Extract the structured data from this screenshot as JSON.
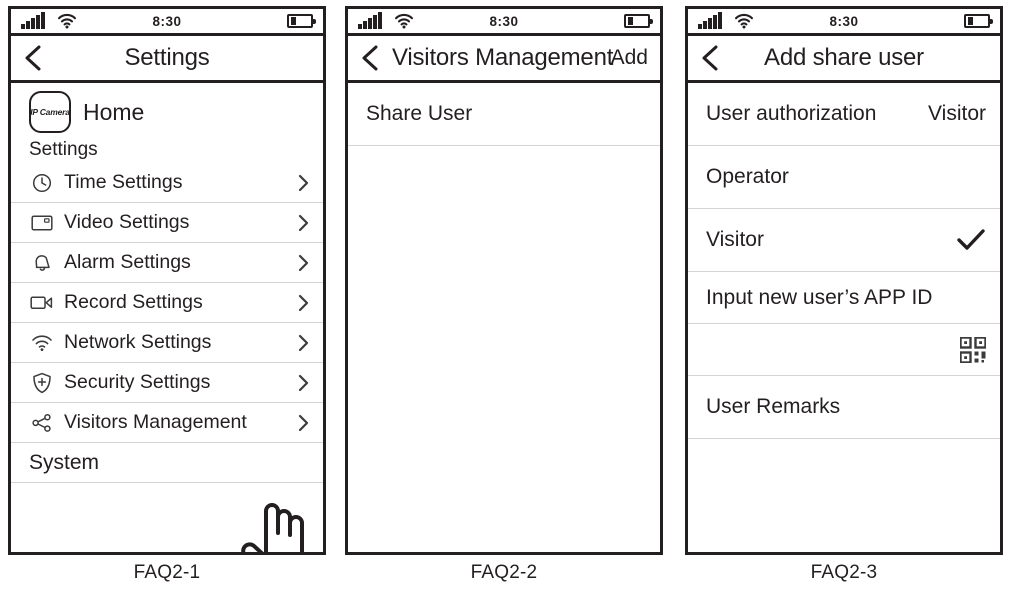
{
  "statusbar": {
    "time": "8:30",
    "signal_icon": "cellular-signal-icon",
    "wifi_icon": "wifi-icon",
    "battery_icon": "battery-icon"
  },
  "panels": [
    {
      "id": "FAQ2-1",
      "caption": "FAQ2-1",
      "nav": {
        "back_icon": "chevron-left-icon",
        "title": "Settings",
        "action": ""
      },
      "home": {
        "badge_text": "IP Camera",
        "label": "Home"
      },
      "group_label": "Settings",
      "rows": [
        {
          "icon": "clock-icon",
          "label": "Time Settings",
          "accessory": "chevron"
        },
        {
          "icon": "picture-icon",
          "label": "Video Settings",
          "accessory": "chevron"
        },
        {
          "icon": "bell-icon",
          "label": "Alarm Settings",
          "accessory": "chevron"
        },
        {
          "icon": "camcorder-icon",
          "label": "Record Settings",
          "accessory": "chevron"
        },
        {
          "icon": "wifi-icon",
          "label": "Network Settings",
          "accessory": "chevron"
        },
        {
          "icon": "shield-plus-icon",
          "label": "Security Settings",
          "accessory": "chevron"
        },
        {
          "icon": "share-nodes-icon",
          "label": "Visitors Management",
          "accessory": "chevron"
        }
      ],
      "footer_row": {
        "label": "System"
      },
      "cursor_icon": "pointing-hand-cursor"
    },
    {
      "id": "FAQ2-2",
      "caption": "FAQ2-2",
      "nav": {
        "back_icon": "chevron-left-icon",
        "title": "Visitors Management",
        "action": "Add"
      },
      "rows": [
        {
          "label": "Share User"
        }
      ],
      "cursor_icon": "pointing-hand-cursor"
    },
    {
      "id": "FAQ2-3",
      "caption": "FAQ2-3",
      "nav": {
        "back_icon": "chevron-left-icon",
        "title": "Add share user",
        "action": ""
      },
      "rows": [
        {
          "label": "User authorization",
          "value": "Visitor",
          "accessory": "value"
        },
        {
          "label": "Operator",
          "value": "",
          "accessory": "none"
        },
        {
          "label": "Visitor",
          "value": "",
          "accessory": "check"
        },
        {
          "label": "Input new user’s APP ID",
          "value": "",
          "accessory": "none"
        },
        {
          "label": "",
          "value": "",
          "accessory": "qr"
        },
        {
          "label": "User Remarks",
          "value": "",
          "accessory": "none"
        }
      ]
    }
  ],
  "colors": {
    "ink": "#231f20",
    "separator": "#d4d4d4",
    "background": "#ffffff"
  }
}
